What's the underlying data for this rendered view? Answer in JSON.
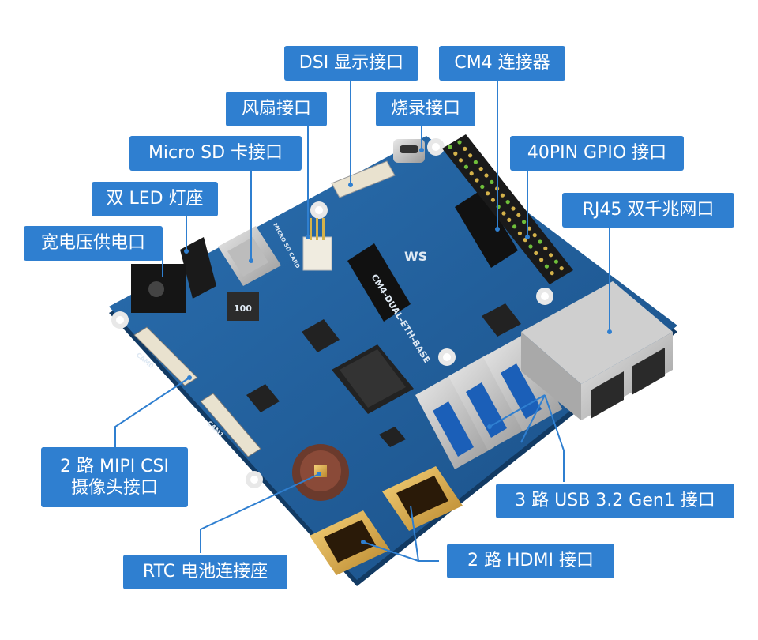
{
  "labels": {
    "dsi": "DSI 显示接口",
    "cm4": "CM4 连接器",
    "fan": "风扇接口",
    "burn": "烧录接口",
    "microsd": "Micro SD 卡接口",
    "gpio": "40PIN GPIO 接口",
    "led": "双 LED 灯座",
    "rj45": "RJ45 双千兆网口",
    "power": "宽电压供电口",
    "mipi_line1": "2 路 MIPI CSI",
    "mipi_line2": "摄像头接口",
    "usb": "3 路 USB 3.2 Gen1 接口",
    "rtc": "RTC 电池连接座",
    "hdmi": "2 路 HDMI 接口"
  },
  "board": {
    "name": "CM4-DUAL-ETH-BASE",
    "silkscreen_sd": "MICRO SD CARD",
    "silkscreen_cam0": "CAM0",
    "silkscreen_cam1": "CAM1",
    "inductor_code": "100",
    "logo": "WS"
  },
  "colors": {
    "label_bg": "#2f7fd0",
    "board": "#1f5f9c",
    "leader_line": "#2f7fd0"
  }
}
